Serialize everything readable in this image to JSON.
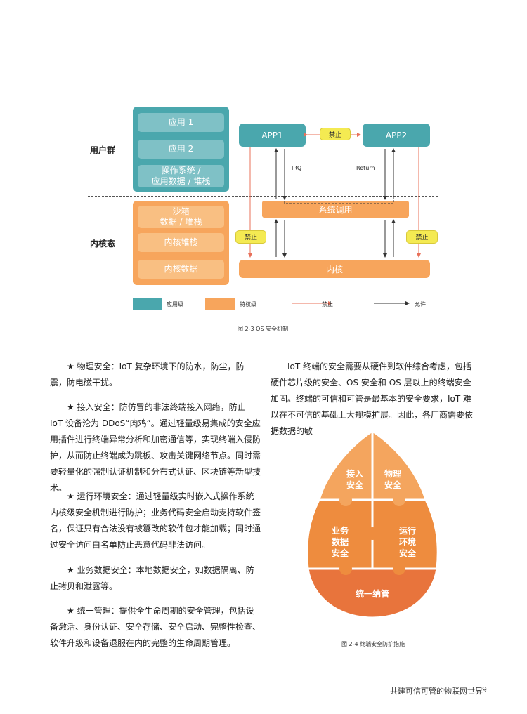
{
  "figure1": {
    "user_group_label": "用户群",
    "kernel_label": "内核态",
    "user_box_items": [
      "应用 1",
      "应用 2",
      "操作系统 /\n应用数据 / 堆栈"
    ],
    "kernel_box_items": [
      "沙箱\n数据 / 堆栈",
      "内核堆栈",
      "内核数据"
    ],
    "app1": "APP1",
    "app2": "APP2",
    "forbid_top": "禁止",
    "irq": "IRQ",
    "return": "Return",
    "syscall": "系统调用",
    "forbid_left": "禁止",
    "forbid_right": "禁止",
    "kernel": "内核",
    "legend": {
      "app_level": "应用级",
      "privileged_level": "特权级",
      "forbid": "禁止",
      "allow": "允许"
    },
    "caption": "图 2-3 OS 安全机制",
    "colors": {
      "teal": "#4aa7ad",
      "orange": "#f7a55c",
      "yellow": "#f4ea52",
      "red_arrow": "#e8705a"
    }
  },
  "left_paragraphs": [
    "★ 物理安全：IoT 复杂环境下的防水，防尘，防震，防电磁干扰。",
    "★ 接入安全：防仿冒的非法终端接入网络，防止 IoT 设备沦为 DDoS“肉鸡”。通过轻量级易集成的安全应用插件进行终端异常分析和加密通信等，实现终端入侵防护，从而防止终端成为跳板、攻击关键网络节点。同时需要轻量化的强制认证机制和分布式认证、区块链等新型技术。",
    "★ 运行环境安全：通过轻量级实时嵌入式操作系统内核级安全机制进行防护；业务代码安全启动支持软件签名，保证只有合法没有被篡改的软件包才能加载；同时通过安全访问白名单防止恶意代码非法访问。",
    "★ 业务数据安全：本地数据安全，如数据隔离、防止拷贝和泄露等。",
    "★ 统一管理：提供全生命周期的安全管理，包括设备激活、身份认证、安全存储、安全启动、完整性检查、软件升级和设备退服在内的完整的生命周期管理。"
  ],
  "right_paragraph": "IoT 终端的安全需要从硬件到软件综合考虑，包括硬件芯片级的安全、OS 安全和 OS 层以上的终端安全加固。终端的可信和可管是最基本的安全要求，IoT 难以在不可信的基础上大规模扩展。因此，各厂商需要依据数据的敏",
  "figure2": {
    "pieces": [
      "接入\n安全",
      "物理\n安全",
      "业务\n数据\n安全",
      "运行\n环境\n安全",
      "统一纳管"
    ],
    "caption": "图 2-4 终端安全防护措施",
    "colors": {
      "light": "#f4a55e",
      "mid": "#ee8c3e",
      "dark": "#e8743c"
    }
  },
  "footer": {
    "text": "共建可信可管的物联网世界",
    "page": "9"
  }
}
